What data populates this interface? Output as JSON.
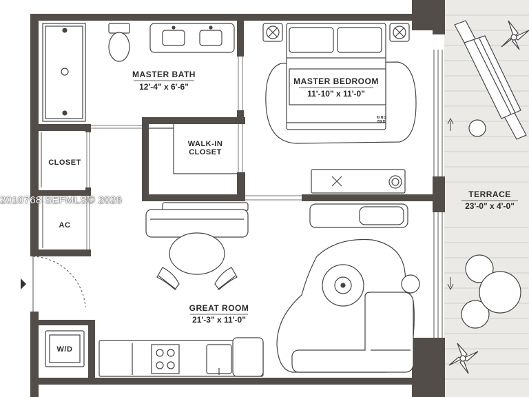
{
  "rooms": {
    "master_bath": {
      "name": "MASTER BATH",
      "size": "12'-4\" x 6'-6\""
    },
    "master_bedroom": {
      "name": "MASTER BEDROOM",
      "size": "11'-10\" x 11'-0\""
    },
    "walk_in_closet": {
      "name_line1": "WALK-IN",
      "name_line2": "CLOSET"
    },
    "closet": {
      "name": "CLOSET"
    },
    "ac": {
      "name": "AC"
    },
    "great_room": {
      "name": "GREAT ROOM",
      "size": "21'-3\" x 11'-0\""
    },
    "terrace": {
      "name": "TERRACE",
      "size": "23'-0\" x 4'-0\""
    },
    "wd": {
      "name": "W/D"
    }
  },
  "bed_tag": {
    "line1": "KING",
    "line2": "BED"
  },
  "watermark": "2010768 SEFMLS© 2026",
  "colors": {
    "wall": "#524d49",
    "line": "#3a3a3a",
    "terrace_floor": "#e6e4e1"
  }
}
